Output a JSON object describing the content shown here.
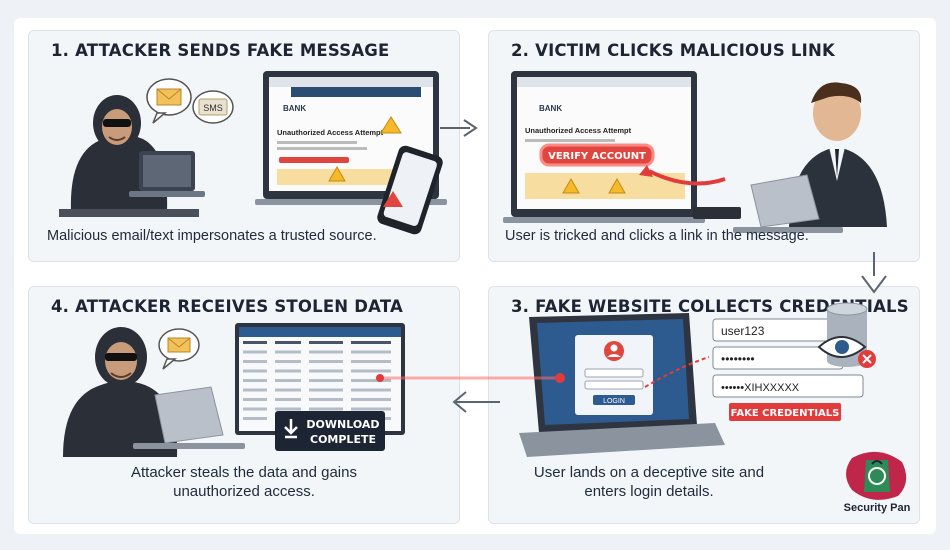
{
  "steps": [
    {
      "title": "1. ATTACKER SENDS FAKE MESSAGE",
      "caption": "Malicious email/text impersonates a trusted source."
    },
    {
      "title": "2. VICTIM CLICKS MALICIOUS LINK",
      "caption": "User is tricked and clicks a link in the message."
    },
    {
      "title": "3. FAKE WEBSITE COLLECTS CREDENTIALS",
      "caption": "User lands on a deceptive site and enters login details."
    },
    {
      "title": "4. ATTACKER RECEIVES STOLEN DATA",
      "caption": "Attacker steals the data and gains unauthorized access."
    }
  ],
  "step1": {
    "bubble_sms": "SMS",
    "bank": "BANK",
    "alert": "Unauthorized Access Attempt"
  },
  "step2": {
    "bank": "BANK",
    "alert": "Unauthorized Access Attempt",
    "verify_button": "VERIFY ACCOUNT"
  },
  "step3": {
    "username": "user123",
    "password": "••••••••",
    "password2": "••••••XIHXXXXX",
    "fake_label": "FAKE CREDENTIALS",
    "login_button": "LOGIN"
  },
  "step4": {
    "download_line1": "DOWNLOAD",
    "download_line2": "COMPLETE"
  },
  "brand": {
    "name": "Security Pan"
  },
  "colors": {
    "accent_red": "#e23b3b",
    "dark": "#1d2433",
    "arrow": "#5b6470",
    "screen_blue": "#2d5a8f"
  }
}
